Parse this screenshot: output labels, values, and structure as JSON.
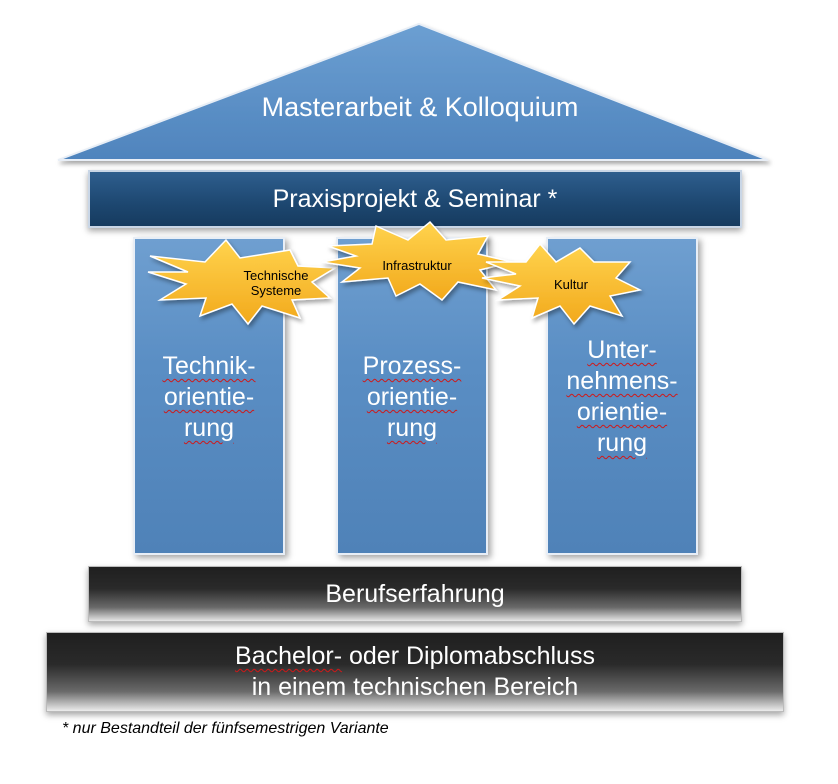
{
  "roof": {
    "label": "Masterarbeit & Kolloquium"
  },
  "beam": {
    "label": "Praxisprojekt & Seminar *"
  },
  "pillars": [
    {
      "lines": [
        "Technik-",
        "orientie-",
        "rung"
      ]
    },
    {
      "lines": [
        "Prozess-",
        "orientie-",
        "rung"
      ]
    },
    {
      "lines": [
        "Unter-",
        "nehmens-",
        "orientie-",
        "rung"
      ]
    }
  ],
  "bursts": [
    {
      "lines": [
        "Technische",
        "Systeme"
      ]
    },
    {
      "lines": [
        "Infrastruktur"
      ]
    },
    {
      "lines": [
        "Kultur"
      ]
    }
  ],
  "foundation_upper": {
    "label": "Berufserfahrung"
  },
  "foundation_lower": {
    "line1_part1": "Bachelor-",
    "line1_part2": " oder Diplomabschluss",
    "line2": "in einem technischen Bereich"
  },
  "footnote": "* nur Bestandteil der fünfsemestrigen Variante",
  "colors": {
    "roof": "#5b90c6",
    "beam": "#1d4770",
    "pillar": "#5a8ec4",
    "burst_fill": "#f7b733",
    "foundation": "#262626"
  }
}
